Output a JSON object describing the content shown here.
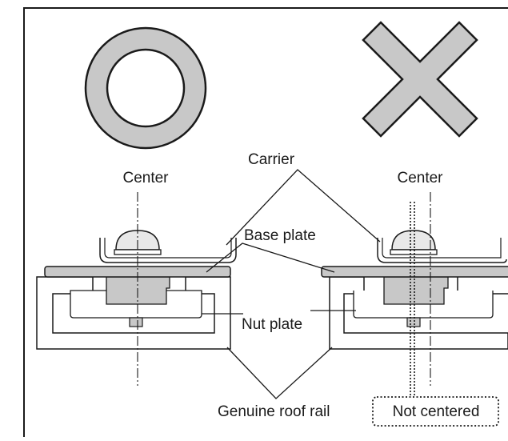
{
  "labels": {
    "center_left": "Center",
    "center_right": "Center",
    "carrier": "Carrier",
    "base_plate": "Base plate",
    "nut_plate": "Nut plate",
    "genuine_roof_rail": "Genuine roof rail",
    "not_centered": "Not centered"
  },
  "colors": {
    "line": "#1a1a1a",
    "fill_gray": "#c8c8c8",
    "fill_light": "#e8e8e8",
    "background": "#ffffff"
  },
  "icons": {
    "correct": "circle-icon",
    "incorrect": "cross-icon"
  }
}
